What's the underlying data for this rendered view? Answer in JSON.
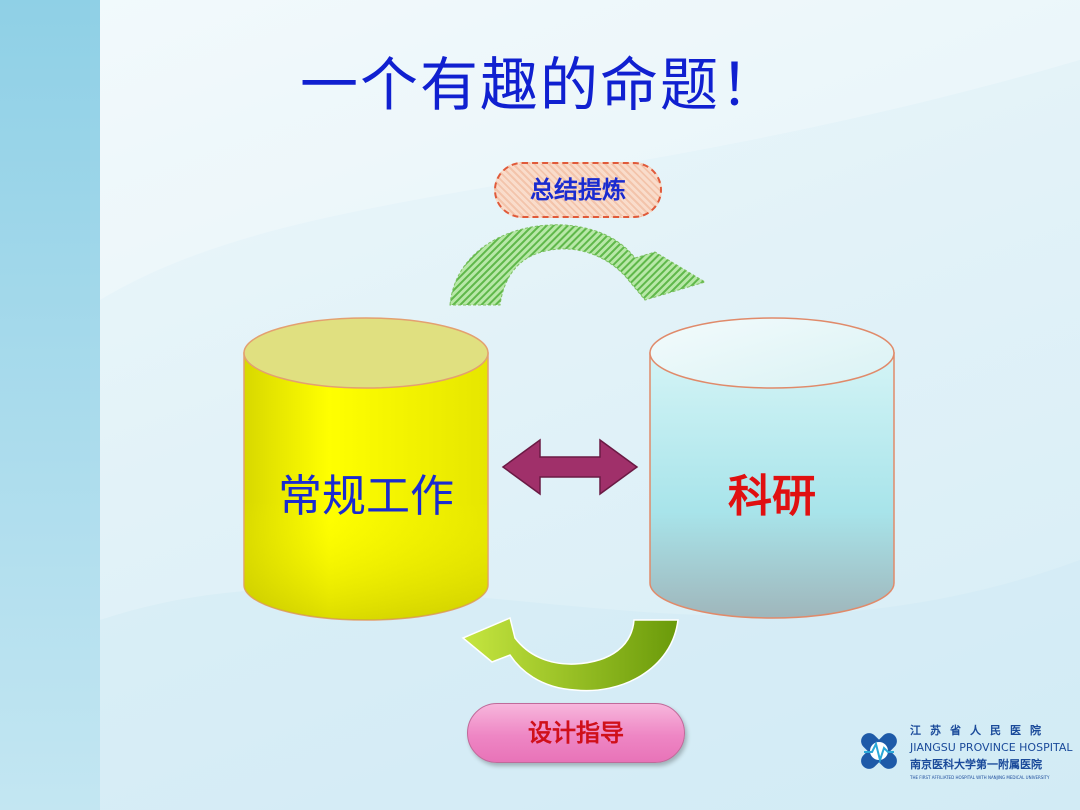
{
  "slide": {
    "title": "一个有趣的命题！"
  },
  "diagram": {
    "top_tag": "总结提炼",
    "bottom_tag": "设计指导",
    "left_cylinder": {
      "label": "常规工作",
      "fill_color": "#ffff00"
    },
    "right_cylinder": {
      "label": "科研",
      "fill_color": "#bfeef2"
    },
    "middle_arrow_color": "#a0306a",
    "top_arrow_color": "#8fd47a",
    "bottom_arrow_color": "#7aa80a"
  },
  "logo": {
    "cn_name": "江苏省人民医院",
    "en_name": "JIANGSU PROVINCE HOSPITAL",
    "cn_subname": "南京医科大学第一附属医院",
    "en_subname": "THE FIRST AFFILIATED HOSPITAL WITH NANJING MEDICAL UNIVERSITY"
  }
}
